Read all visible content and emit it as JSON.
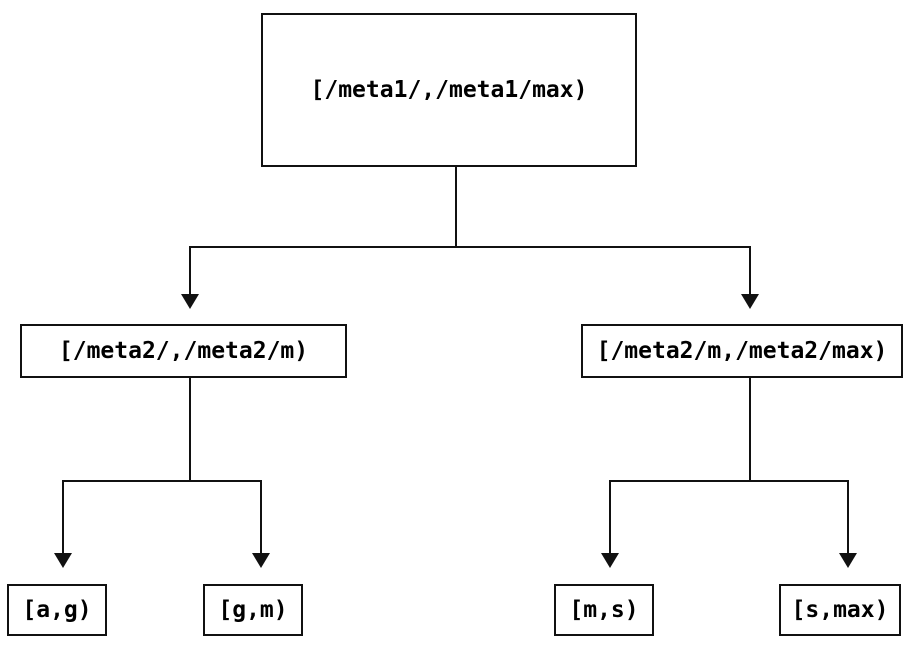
{
  "diagram": {
    "type": "tree",
    "nodes": {
      "root": {
        "label": "[/meta1/,/meta1/max)"
      },
      "left_mid": {
        "label": "[/meta2/,/meta2/m)"
      },
      "right_mid": {
        "label": "[/meta2/m,/meta2/max)"
      },
      "leaf_ag": {
        "label": "[a,g)"
      },
      "leaf_gm": {
        "label": "[g,m)"
      },
      "leaf_ms": {
        "label": "[m,s)"
      },
      "leaf_smax": {
        "label": "[s,max)"
      }
    },
    "edges": [
      {
        "from": "root",
        "to": "left_mid"
      },
      {
        "from": "root",
        "to": "right_mid"
      },
      {
        "from": "left_mid",
        "to": "leaf_ag"
      },
      {
        "from": "left_mid",
        "to": "leaf_gm"
      },
      {
        "from": "right_mid",
        "to": "leaf_ms"
      },
      {
        "from": "right_mid",
        "to": "leaf_smax"
      }
    ],
    "colors": {
      "background": "#ffffff",
      "line": "#111111",
      "box_border": "#111111",
      "box_fill": "#ffffff",
      "text": "#000000"
    }
  }
}
